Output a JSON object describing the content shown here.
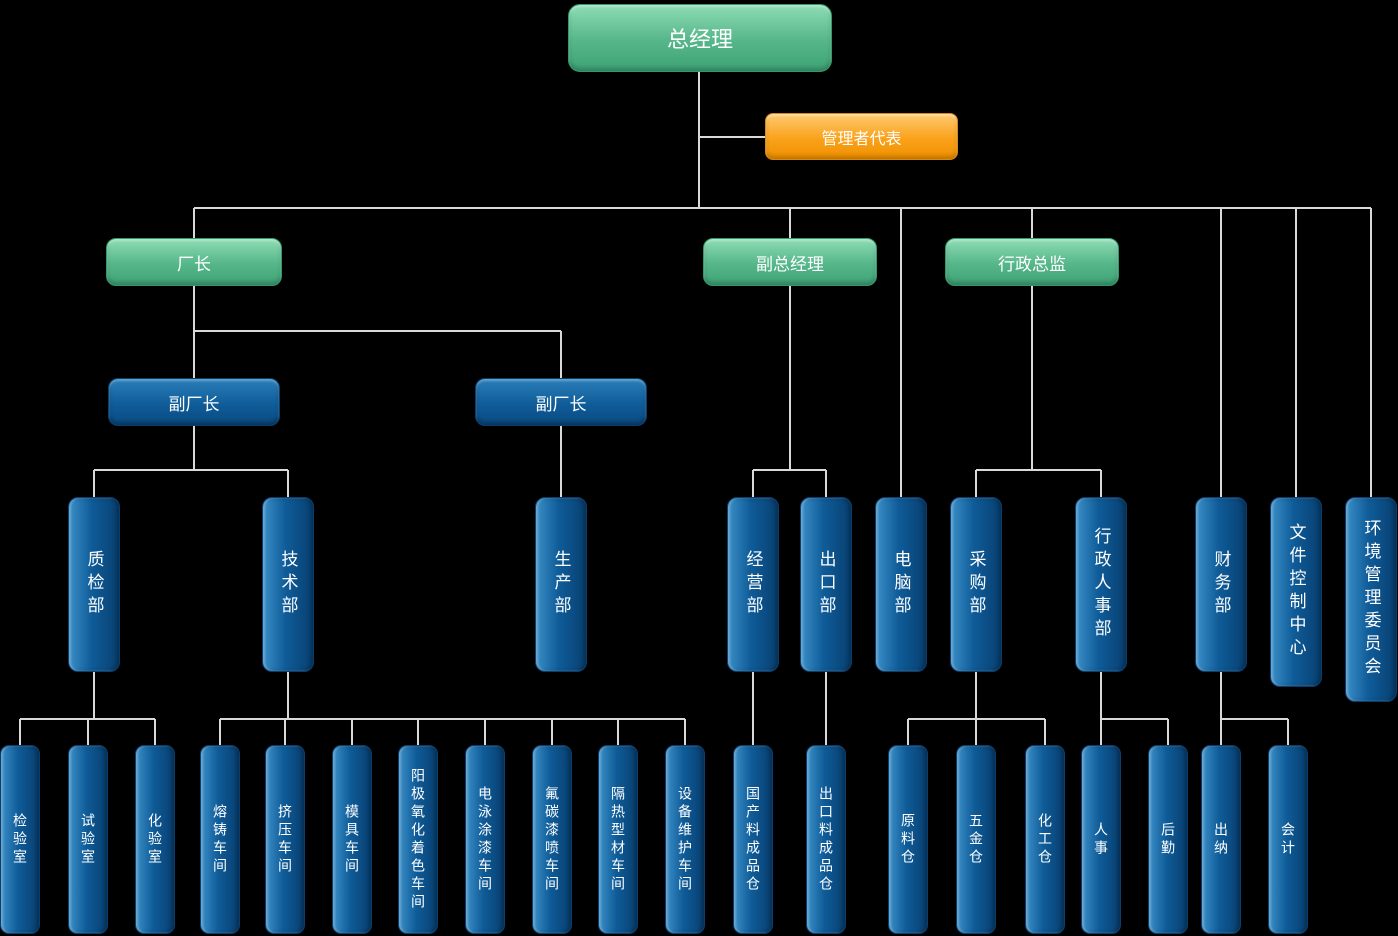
{
  "colors": {
    "background": "#000000",
    "green_node": "#55b689",
    "orange_node": "#faa21b",
    "blue_node": "#0f5c99",
    "connector": "#d9d9d9",
    "text": "#ffffff"
  },
  "org": {
    "general_manager": {
      "label": "总经理"
    },
    "management_representative": {
      "label": "管理者代表"
    },
    "executives": [
      {
        "label": "厂长"
      },
      {
        "label": "副总经理"
      },
      {
        "label": "行政总监"
      }
    ],
    "deputy_factory_directors": [
      {
        "label": "副厂长"
      },
      {
        "label": "副厂长"
      }
    ],
    "departments": [
      {
        "label": "质检部",
        "parent": "副厂长"
      },
      {
        "label": "技术部",
        "parent": "副厂长"
      },
      {
        "label": "生产部",
        "parent": "副厂长"
      },
      {
        "label": "经营部",
        "parent": "副总经理"
      },
      {
        "label": "出口部",
        "parent": "副总经理"
      },
      {
        "label": "电脑部",
        "parent": "总经理"
      },
      {
        "label": "采购部",
        "parent": "行政总监"
      },
      {
        "label": "行政人事部",
        "parent": "行政总监"
      },
      {
        "label": "财务部",
        "parent": "总经理"
      },
      {
        "label": "文件控制中心",
        "parent": "总经理"
      },
      {
        "label": "环境管理委员会",
        "parent": "总经理"
      }
    ],
    "units": [
      {
        "label": "检验室",
        "parent": "质检部"
      },
      {
        "label": "试验室",
        "parent": "质检部"
      },
      {
        "label": "化验室",
        "parent": "质检部"
      },
      {
        "label": "熔铸车间",
        "parent": "技术部"
      },
      {
        "label": "挤压车间",
        "parent": "技术部"
      },
      {
        "label": "模具车间",
        "parent": "技术部"
      },
      {
        "label": "阳极氧化着色车间",
        "parent": "技术部"
      },
      {
        "label": "电泳涂漆车间",
        "parent": "技术部"
      },
      {
        "label": "氟碳漆喷车间",
        "parent": "技术部"
      },
      {
        "label": "隔热型材车间",
        "parent": "技术部"
      },
      {
        "label": "设备维护车间",
        "parent": "技术部"
      },
      {
        "label": "国产料成品仓",
        "parent": "经营部"
      },
      {
        "label": "出口料成品仓",
        "parent": "出口部"
      },
      {
        "label": "原料仓",
        "parent": "采购部"
      },
      {
        "label": "五金仓",
        "parent": "采购部"
      },
      {
        "label": "化工仓",
        "parent": "采购部"
      },
      {
        "label": "人事",
        "parent": "行政人事部"
      },
      {
        "label": "后勤",
        "parent": "行政人事部"
      },
      {
        "label": "出纳",
        "parent": "财务部"
      },
      {
        "label": "会计",
        "parent": "财务部"
      }
    ]
  }
}
